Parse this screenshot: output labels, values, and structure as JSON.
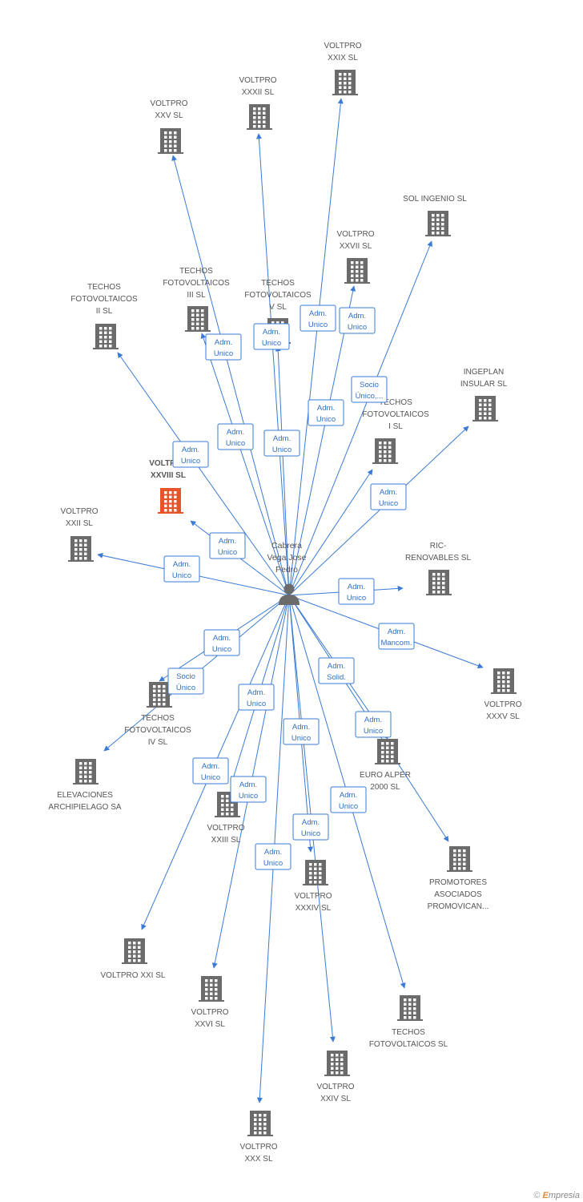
{
  "person": {
    "lines": [
      "Cabrera",
      "Vega Jose",
      "Pedro"
    ]
  },
  "colors": {
    "edge": "#3a7bd5",
    "building": "#6b6b6b",
    "focus": "#e8542a",
    "role_border": "#3a7bd5",
    "role_text": "#2f6fc4",
    "label": "#555555"
  },
  "nodes": [
    {
      "id": "voltpro-xxix",
      "lines": [
        "VOLTPRO",
        "XXIX SL"
      ]
    },
    {
      "id": "voltpro-xxxii",
      "lines": [
        "VOLTPRO",
        "XXXII SL"
      ]
    },
    {
      "id": "voltpro-xxv",
      "lines": [
        "VOLTPRO",
        "XXV SL"
      ]
    },
    {
      "id": "sol-ingenio",
      "lines": [
        "SOL INGENIO SL"
      ]
    },
    {
      "id": "voltpro-xxvii",
      "lines": [
        "VOLTPRO",
        "XXVII SL"
      ]
    },
    {
      "id": "techos-iii",
      "lines": [
        "TECHOS",
        "FOTOVOLTAICOS",
        "III SL"
      ]
    },
    {
      "id": "techos-v",
      "lines": [
        "TECHOS",
        "FOTOVOLTAICOS",
        "V SL"
      ]
    },
    {
      "id": "techos-ii",
      "lines": [
        "TECHOS",
        "FOTOVOLTAICOS",
        "II SL"
      ]
    },
    {
      "id": "ingeplan",
      "lines": [
        "INGEPLAN",
        "INSULAR SL"
      ]
    },
    {
      "id": "techos-i",
      "lines": [
        "TECHOS",
        "FOTOVOLTAICOS",
        "I SL"
      ]
    },
    {
      "id": "voltpro-xxviii",
      "lines": [
        "VOLTPRO",
        "XXVIII SL"
      ],
      "focus": true
    },
    {
      "id": "voltpro-xxii",
      "lines": [
        "VOLTPRO",
        "XXII SL"
      ]
    },
    {
      "id": "ric-renovables",
      "lines": [
        "RIC-",
        "RENOVABLES SL"
      ]
    },
    {
      "id": "voltpro-xxxv",
      "lines": [
        "VOLTPRO",
        "XXXV SL"
      ]
    },
    {
      "id": "techos-iv",
      "lines": [
        "TECHOS",
        "FOTOVOLTAICOS",
        "IV SL"
      ]
    },
    {
      "id": "elevaciones",
      "lines": [
        "ELEVACIONES",
        "ARCHIPIELAGO SA"
      ]
    },
    {
      "id": "euro-alper",
      "lines": [
        "EURO ALPER",
        "2000 SL"
      ]
    },
    {
      "id": "voltpro-xxiii",
      "lines": [
        "VOLTPRO",
        "XXIII SL"
      ]
    },
    {
      "id": "promotores",
      "lines": [
        "PROMOTORES",
        "ASOCIADOS",
        "PROMOVICAN..."
      ]
    },
    {
      "id": "voltpro-xxxiv",
      "lines": [
        "VOLTPRO",
        "XXXIV SL"
      ]
    },
    {
      "id": "voltpro-xxi",
      "lines": [
        "VOLTPRO XXI SL"
      ]
    },
    {
      "id": "voltpro-xxvi",
      "lines": [
        "VOLTPRO",
        "XXVI SL"
      ]
    },
    {
      "id": "techos-sl",
      "lines": [
        "TECHOS",
        "FOTOVOLTAICOS SL"
      ]
    },
    {
      "id": "voltpro-xxiv",
      "lines": [
        "VOLTPRO",
        "XXIV SL"
      ]
    },
    {
      "id": "voltpro-xxx",
      "lines": [
        "VOLTPRO",
        "XXX SL"
      ]
    }
  ],
  "edges": [
    {
      "to": "voltpro-xxix",
      "role": [
        "Adm.",
        "Unico"
      ]
    },
    {
      "to": "voltpro-xxxii",
      "role": [
        "Adm.",
        "Unico"
      ]
    },
    {
      "to": "voltpro-xxv",
      "role": [
        "Adm.",
        "Unico"
      ]
    },
    {
      "to": "sol-ingenio",
      "role": [
        "Socio",
        "Único,..."
      ]
    },
    {
      "to": "voltpro-xxvii",
      "role": [
        "Adm.",
        "Unico"
      ]
    },
    {
      "to": "techos-iii",
      "role": [
        "Adm.",
        "Unico"
      ]
    },
    {
      "to": "techos-v",
      "role": [
        "Adm.",
        "Unico"
      ]
    },
    {
      "to": "techos-ii",
      "role": [
        "Adm.",
        "Unico"
      ]
    },
    {
      "to": "ingeplan",
      "role": [
        "Adm.",
        "Unico"
      ]
    },
    {
      "to": "techos-i",
      "role": [
        "Adm.",
        "Unico"
      ]
    },
    {
      "to": "voltpro-xxviii",
      "role": [
        "Adm.",
        "Unico"
      ]
    },
    {
      "to": "voltpro-xxii",
      "role": [
        "Adm.",
        "Unico"
      ]
    },
    {
      "to": "ric-renovables",
      "role": [
        "Adm.",
        "Unico"
      ]
    },
    {
      "to": "voltpro-xxxv",
      "role": [
        "Adm.",
        "Mancom."
      ]
    },
    {
      "to": "techos-iv",
      "role": [
        "Adm.",
        "Unico"
      ]
    },
    {
      "to": "elevaciones",
      "role": [
        "Socio",
        "Único"
      ]
    },
    {
      "to": "promotores",
      "role": [
        "Adm.",
        "Solid."
      ]
    },
    {
      "to": "voltpro-xxiii",
      "role": [
        "Adm.",
        "Unico"
      ]
    },
    {
      "to": "voltpro-xxxiv",
      "role": [
        "Adm.",
        "Unico"
      ]
    },
    {
      "to": "voltpro-xxi",
      "role": [
        "Adm.",
        "Unico"
      ]
    },
    {
      "to": "voltpro-xxvi",
      "role": [
        "Adm.",
        "Unico"
      ]
    },
    {
      "to": "euro-alper",
      "role": [
        "Adm.",
        "Unico"
      ]
    },
    {
      "to": "techos-sl",
      "role": [
        "Adm.",
        "Unico"
      ]
    },
    {
      "to": "voltpro-xxiv",
      "role": [
        "Adm.",
        "Unico"
      ]
    },
    {
      "to": "voltpro-xxx",
      "role": [
        "Adm.",
        "Unico"
      ]
    }
  ],
  "footer": {
    "copyright": "©",
    "brand_initial": "E",
    "brand_rest": "mpresia"
  }
}
